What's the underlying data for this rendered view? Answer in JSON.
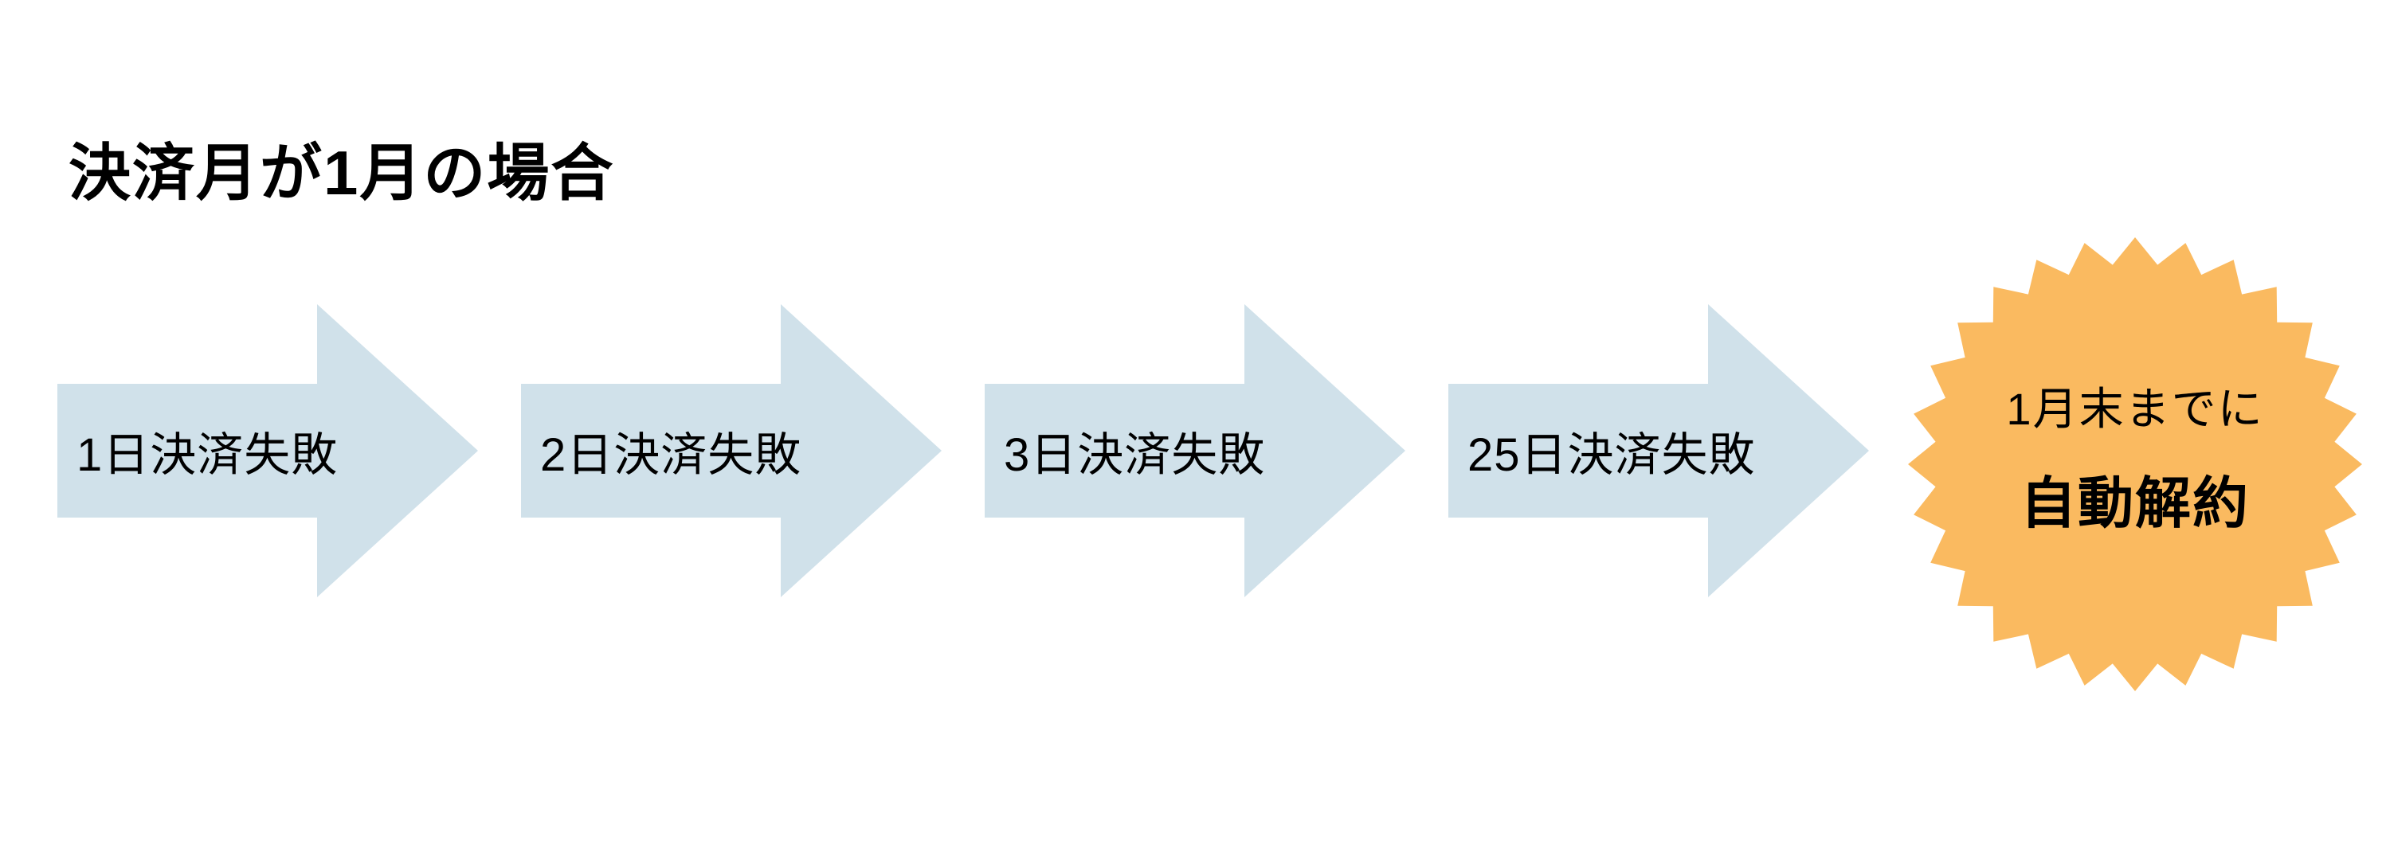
{
  "title": "決済月が1月の場合",
  "flow": {
    "steps": [
      {
        "label": "1日決済失敗"
      },
      {
        "label": "2日決済失敗"
      },
      {
        "label": "3日決済失敗"
      },
      {
        "label": "25日決済失敗"
      }
    ]
  },
  "badge": {
    "line1": "1月末までに",
    "line2": "自動解約"
  },
  "colors": {
    "arrow_fill": "#D0E1EA",
    "badge_fill": "#FABA60",
    "text": "#000000",
    "background": "#FFFFFF"
  }
}
